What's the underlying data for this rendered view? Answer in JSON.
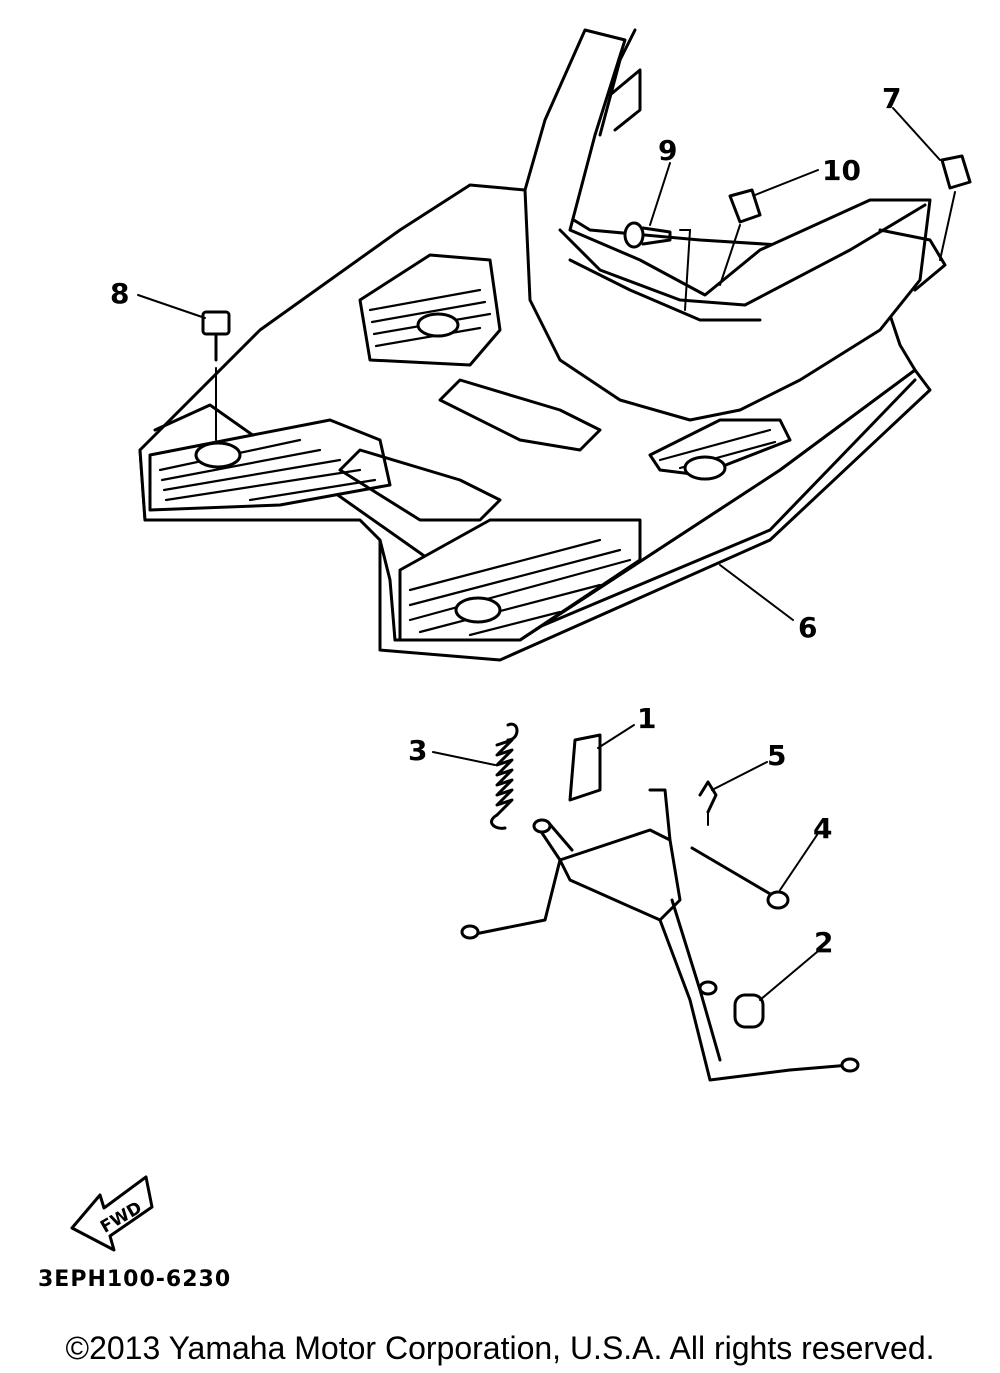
{
  "diagram": {
    "callouts": [
      "1",
      "2",
      "3",
      "4",
      "5",
      "6",
      "7",
      "8",
      "9",
      "10"
    ],
    "fwd_label": "FWD",
    "part_code": "3EPH100-6230",
    "copyright": "©2013 Yamaha Motor Corporation, U.S.A. All rights reserved."
  }
}
